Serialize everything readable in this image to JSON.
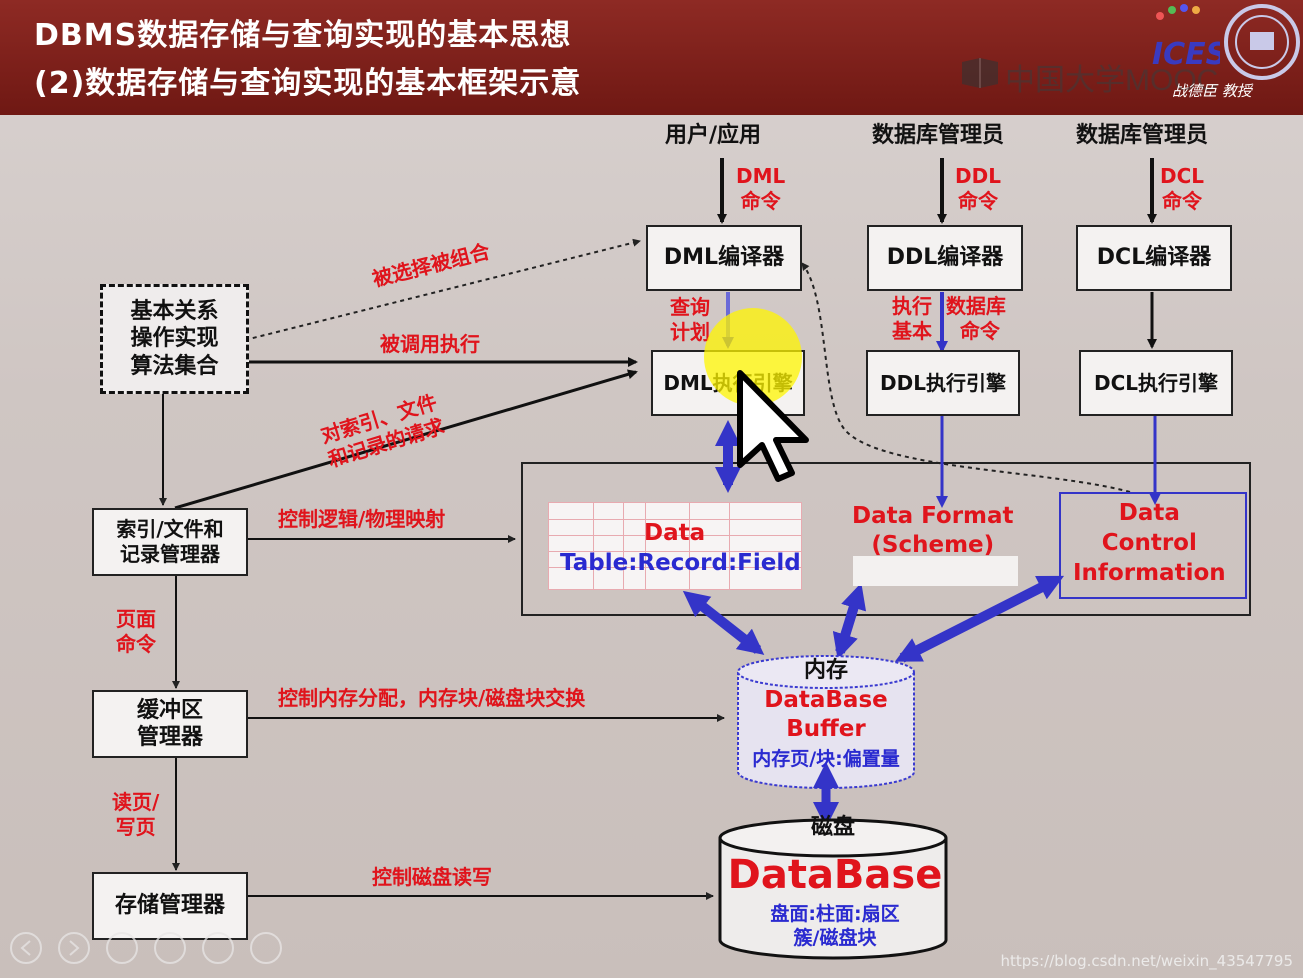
{
  "header": {
    "title_line1": "DBMS数据存储与查询实现的基本思想",
    "title_line2": "(2)数据存储与查询实现的基本框架示意",
    "mooc": "中国大学MOOC",
    "author": "战德臣 教授",
    "badge_text": "ICES"
  },
  "actors": {
    "user_app": "用户/应用",
    "dba1": "数据库管理员",
    "dba2": "数据库管理员"
  },
  "commands": {
    "dml_cmd_1": "DML",
    "dml_cmd_2": "命令",
    "ddl_cmd_1": "DDL",
    "ddl_cmd_2": "命令",
    "dcl_cmd_1": "DCL",
    "dcl_cmd_2": "命令"
  },
  "boxes": {
    "dml_compiler": "DML编译器",
    "ddl_compiler": "DDL编译器",
    "dcl_compiler": "DCL编译器",
    "dml_engine": "DML执行引擎",
    "ddl_engine": "DDL执行引擎",
    "dcl_engine": "DCL执行引擎",
    "algorithms_1": "基本关系",
    "algorithms_2": "操作实现",
    "algorithms_3": "算法集合",
    "index_mgr_1": "索引/文件和",
    "index_mgr_2": "记录管理器",
    "buffer_mgr_1": "缓冲区",
    "buffer_mgr_2": "管理器",
    "storage_mgr": "存储管理器"
  },
  "labels": {
    "query_plan_1": "查询",
    "query_plan_2": "计划",
    "exec_1": "执行",
    "exec_2": "数据库",
    "exec_3": "基本",
    "exec_4": "命令",
    "selected_combined": "被选择被组合",
    "called_executed": "被调用执行",
    "request_1": "对索引、文件",
    "request_2": "和记录的请求",
    "logical_physical": "控制逻辑/物理映射",
    "page_cmd_1": "页面",
    "page_cmd_2": "命令",
    "memory_alloc": "控制内存分配，内存块/磁盘块交换",
    "read_write_1": "读页/",
    "read_write_2": "写页",
    "disk_rw": "控制磁盘读写"
  },
  "data_area": {
    "data": "Data",
    "table_record_field": "Table:Record:Field",
    "format_1": "Data Format",
    "format_2": "(Scheme)",
    "control_1": "Data",
    "control_2": "Control",
    "control_3": "Information"
  },
  "buffer": {
    "memory": "内存",
    "db_buffer_1": "DataBase",
    "db_buffer_2": "Buffer",
    "pages": "内存页/块:偏置量"
  },
  "disk": {
    "disk": "磁盘",
    "database": "DataBase",
    "layout_1": "盘面:柱面:扇区",
    "layout_2": "簇/磁盘块"
  },
  "watermark": "https://blog.csdn.net/weixin_43547795",
  "colors": {
    "header": "#7d1f19",
    "red_text": "#e0141c",
    "blue_text": "#2a2ad0",
    "blue_arrow": "#3434c8"
  }
}
